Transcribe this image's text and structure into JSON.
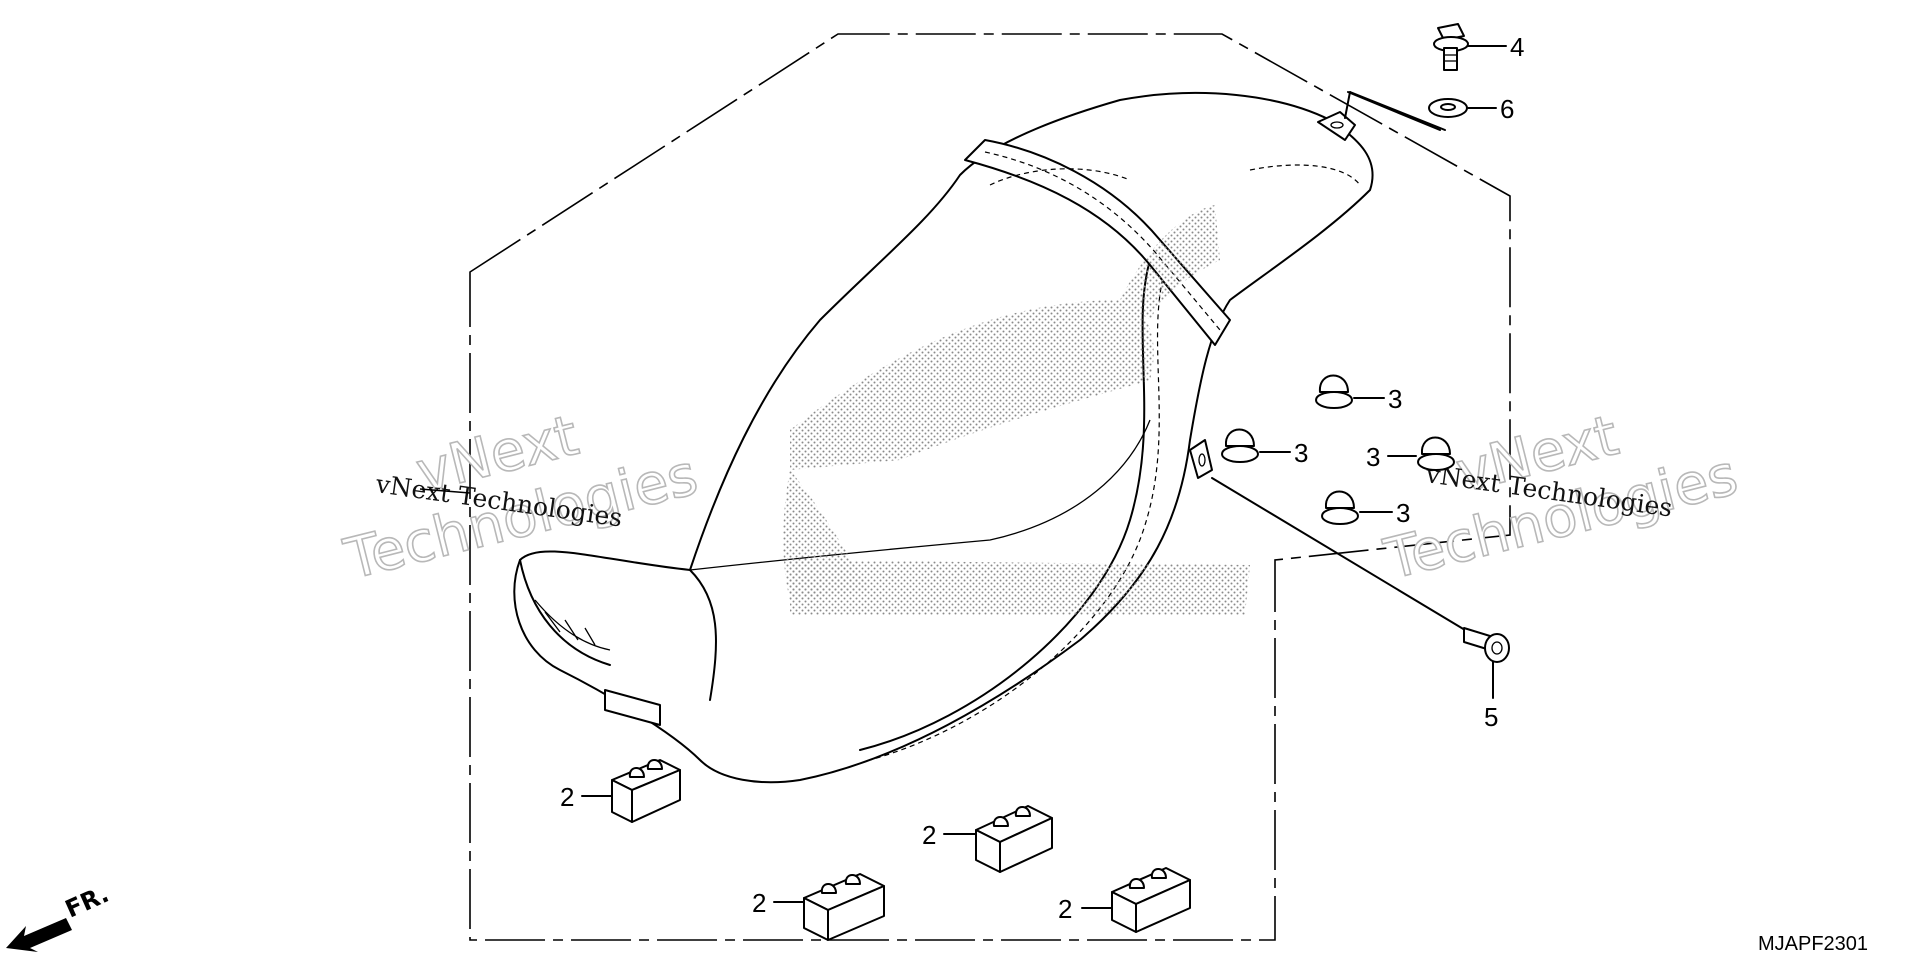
{
  "diagram": {
    "part_code": "MJAPF2301",
    "direction_label": "FR.",
    "callouts": [
      "2",
      "2",
      "2",
      "2",
      "3",
      "3",
      "3",
      "3",
      "4",
      "5",
      "6"
    ],
    "watermarks": {
      "large_line1": "vNext",
      "large_line2": "Technologies",
      "small": "vNext Technologies"
    },
    "icons": [
      "seat",
      "rubber-block",
      "rubber-grommet",
      "flange-bolt",
      "screw",
      "washer",
      "direction-arrow"
    ]
  }
}
